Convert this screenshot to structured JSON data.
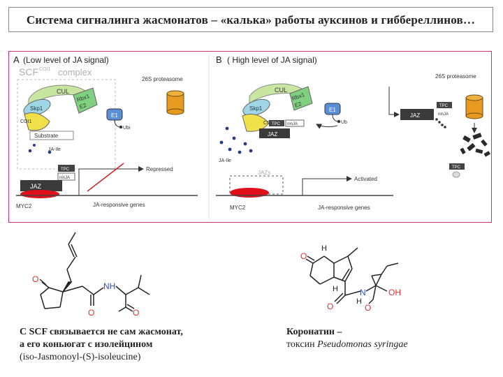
{
  "title": "Система сигналинга жасмонатов – «калька» работы ауксинов и гиббереллинов…",
  "panel_a": {
    "letter": "A",
    "heading": "(Low level of JA signal)",
    "scf": "SCF",
    "scf_sup": "COI1",
    "complex": "complex",
    "proteasome": "26S proteasome",
    "cul": "CUL",
    "rbx": "Rbx1",
    "e2": "E2",
    "skp": "Skp1",
    "coi": "COI1",
    "substrate": "Substrate",
    "e1": "E1",
    "ub": "Ubi",
    "ja_ile": "JA-Ile",
    "tpc": "TPC",
    "ninja": "ninJA",
    "jaz": "JAZ",
    "repressed": "Repressed",
    "myc": "MYC2",
    "genes": "JA-responsive genes"
  },
  "panel_b": {
    "letter": "B",
    "heading": "( High level of JA signal)",
    "proteasome": "26S proteasome",
    "cul": "CUL",
    "rbx": "Rbx1",
    "e2": "E2",
    "skp": "Skp1",
    "coi": "COI1",
    "e1": "E1",
    "ub": "Ub",
    "tpc": "TPC",
    "ninja": "ninJA",
    "jaz": "JAZ",
    "ja_ile": "JA-Ile",
    "jazs": "JAZs",
    "activated": "Activated",
    "myc": "MYC2",
    "genes": "JA-responsive genes"
  },
  "molecule_left": {
    "o_atoms": [
      "O",
      "O",
      "O"
    ],
    "nh": "NH"
  },
  "molecule_right": {
    "o_atoms": [
      "O",
      "O",
      "O"
    ],
    "h_atoms": [
      "H",
      "H",
      "H"
    ],
    "n_atom": "N",
    "oh": "OH"
  },
  "caption_left": {
    "line1": "С  SCF связывается  не сам жасмонат,",
    "line2": "а его коньюгат с изолейцином",
    "line3": "(iso-Jasmonoyl-(S)-isoleucine)"
  },
  "caption_right": {
    "line1": "Коронатин –",
    "line2_plain": "токсин ",
    "line2_italic": "Pseudomonas syringae"
  },
  "colors": {
    "frame": "#d0307a",
    "jaz_box": "#3a3a3a",
    "myc_red": "#e0101a",
    "proteasome": "#e89a20",
    "cul_green": "#c8e6a0",
    "e1_blue": "#5a8fd6",
    "rbx_green": "#7fd07f",
    "coi_yellow": "#f0e04a"
  }
}
